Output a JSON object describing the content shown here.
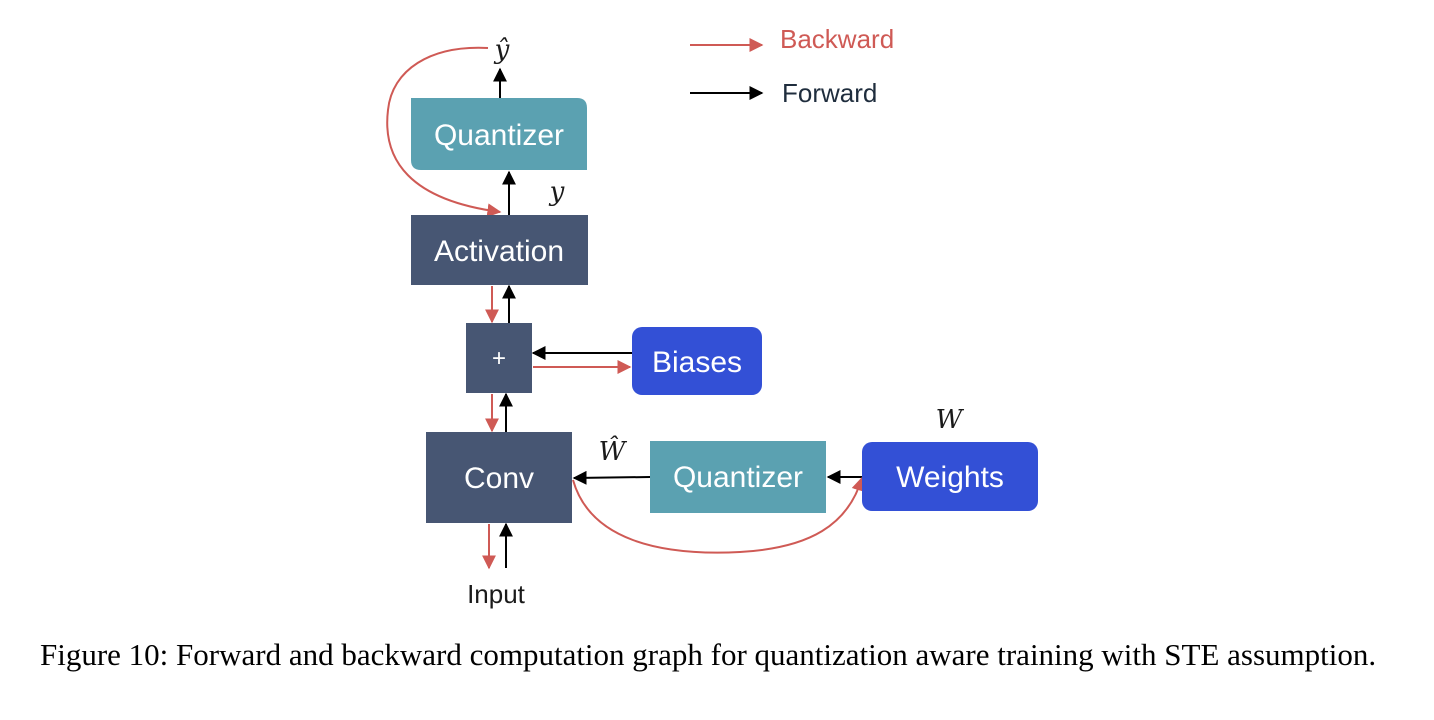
{
  "legend": {
    "backward_label": "Backward",
    "forward_label": "Forward"
  },
  "nodes": {
    "output_quantizer": "Quantizer",
    "activation": "Activation",
    "add": "+",
    "biases": "Biases",
    "conv": "Conv",
    "weight_quantizer": "Quantizer",
    "weights": "Weights",
    "input": "Input"
  },
  "symbols": {
    "y_hat": "ŷ",
    "y": "y",
    "w_hat": "Ŵ",
    "w": "W"
  },
  "caption": "Figure 10: Forward and backward computation graph for quantization aware training with STE assumption.",
  "colors": {
    "teal": "#5ba1b1",
    "dark_slate": "#475673",
    "blue": "#3350d6",
    "backward": "#cf5a55",
    "forward": "#000000"
  }
}
